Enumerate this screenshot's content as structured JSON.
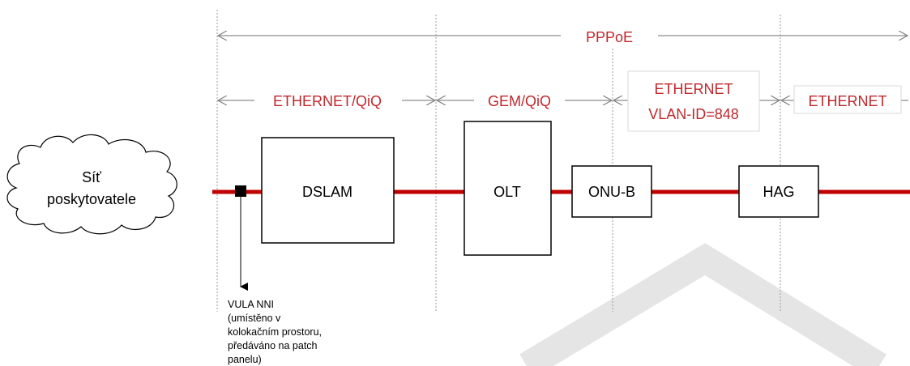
{
  "protocols": {
    "pppoe": "PPPoE",
    "ethernet_qiq": "ETHERNET/QiQ",
    "gem_qiq": "GEM/QiQ",
    "ethernet_vlan_line1": "ETHERNET",
    "ethernet_vlan_line2": "VLAN-ID=848",
    "ethernet": "ETHERNET"
  },
  "cloud": {
    "line1": "Síť",
    "line2": "poskytovatele"
  },
  "devices": {
    "dslam": "DSLAM",
    "olt": "OLT",
    "onu": "ONU-B",
    "hag": "HAG"
  },
  "vula_note": [
    "VULA NNI",
    "(umístěno v",
    "kolokačním prostoru,",
    "předáváno na patch",
    "panelu)"
  ],
  "colors": {
    "label_red": "#c0282d",
    "line_red": "#c00000",
    "arrow_gray": "#8c8c8c",
    "watermark": "#dcdcdc"
  }
}
